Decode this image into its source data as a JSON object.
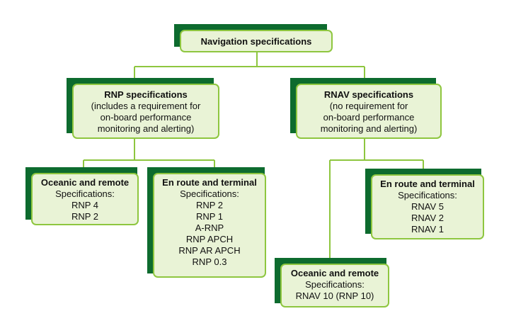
{
  "colors": {
    "accent": "#0d6b2e",
    "border": "#8ec63f",
    "fill": "#e9f3d6",
    "line": "#8ec63f"
  },
  "root": {
    "title": "Navigation specifications"
  },
  "rnp": {
    "title": "RNP specifications",
    "lines": [
      "(includes a requirement for",
      "on-board performance",
      "monitoring and alerting)"
    ]
  },
  "rnav": {
    "title": "RNAV specifications",
    "lines": [
      "(no requirement for",
      "on-board performance",
      "monitoring and alerting)"
    ]
  },
  "rnp_oceanic": {
    "title": "Oceanic and remote",
    "lines": [
      "Specifications:",
      "RNP 4",
      "RNP 2"
    ]
  },
  "rnp_enroute": {
    "title": "En route and terminal",
    "lines": [
      "Specifications:",
      "RNP 2",
      "RNP 1",
      "A-RNP",
      "RNP APCH",
      "RNP AR APCH",
      "RNP 0.3"
    ]
  },
  "rnav_enroute": {
    "title": "En route and terminal",
    "lines": [
      "Specifications:",
      "RNAV 5",
      "RNAV 2",
      "RNAV 1"
    ]
  },
  "rnav_oceanic": {
    "title": "Oceanic and remote",
    "lines": [
      "Specifications:",
      "RNAV 10 (RNP 10)"
    ]
  }
}
